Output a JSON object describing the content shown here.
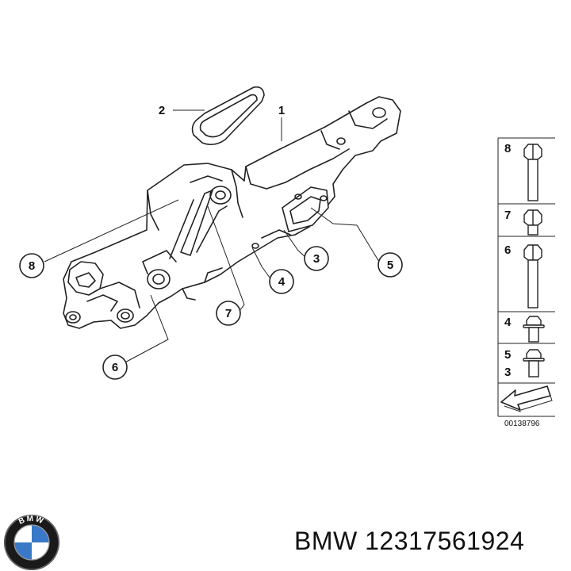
{
  "callouts": [
    {
      "id": "1",
      "label": "1"
    },
    {
      "id": "2",
      "label": "2"
    },
    {
      "id": "3",
      "label": "3"
    },
    {
      "id": "4",
      "label": "4"
    },
    {
      "id": "5",
      "label": "5"
    },
    {
      "id": "6",
      "label": "6"
    },
    {
      "id": "7",
      "label": "7"
    },
    {
      "id": "8",
      "label": "8"
    }
  ],
  "legend": {
    "rows": [
      {
        "labels": [
          "8"
        ],
        "part": "long-bolt"
      },
      {
        "labels": [
          "7"
        ],
        "part": "short-bolt"
      },
      {
        "labels": [
          "6"
        ],
        "part": "long-bolt"
      },
      {
        "labels": [
          "4"
        ],
        "part": "flange-bolt"
      },
      {
        "labels": [
          "5",
          "3"
        ],
        "part": "flange-bolt"
      }
    ],
    "reference_number": "00138796"
  },
  "brand": {
    "logo_letters": "BMW",
    "caption": "BMW 12317561924"
  },
  "colors": {
    "line": "#222222",
    "background": "#ffffff"
  }
}
